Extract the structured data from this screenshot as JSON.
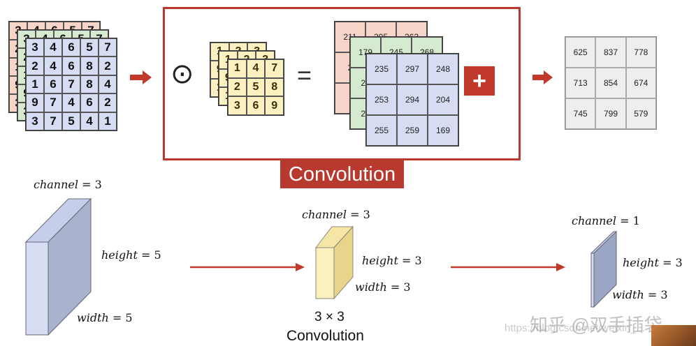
{
  "input_channels": [
    [
      [
        3,
        4,
        6,
        5,
        7
      ],
      [
        2,
        4,
        6,
        8,
        2
      ],
      [
        1,
        6,
        7,
        8,
        4
      ],
      [
        9,
        7,
        4,
        6,
        2
      ],
      [
        3,
        7,
        5,
        4,
        1
      ]
    ],
    [
      [
        3,
        4,
        6,
        5,
        7
      ],
      [
        2,
        4,
        6,
        8,
        2
      ],
      [
        1,
        6,
        7,
        8,
        4
      ],
      [
        9,
        7,
        4,
        6,
        2
      ],
      [
        3,
        7,
        5,
        4,
        1
      ]
    ],
    [
      [
        3,
        4,
        6,
        5,
        7
      ],
      [
        2,
        4,
        6,
        8,
        2
      ],
      [
        1,
        6,
        7,
        8,
        4
      ],
      [
        9,
        7,
        4,
        6,
        2
      ],
      [
        3,
        7,
        5,
        4,
        1
      ]
    ]
  ],
  "operator_symbol": "⊙",
  "kernels": [
    [
      [
        1,
        2,
        3
      ],
      [
        9,
        8,
        7
      ],
      [
        1,
        4,
        7
      ]
    ],
    [
      [
        1,
        2,
        3
      ],
      [
        9,
        8,
        7
      ],
      [
        1,
        4,
        7
      ]
    ],
    [
      [
        1,
        4,
        7
      ],
      [
        2,
        5,
        8
      ],
      [
        3,
        6,
        9
      ]
    ]
  ],
  "equals_symbol": "=",
  "channel_results": [
    [
      [
        211,
        205,
        262
      ],
      [
        2,
        "",
        ""
      ],
      [
        "",
        "",
        ""
      ]
    ],
    [
      [
        179,
        245,
        268
      ],
      [
        20,
        "",
        ""
      ],
      [
        23,
        "",
        ""
      ]
    ],
    [
      [
        235,
        297,
        248
      ],
      [
        253,
        294,
        204
      ],
      [
        255,
        259,
        169
      ]
    ]
  ],
  "plus_symbol": "+",
  "output_grid": [
    [
      625,
      837,
      778
    ],
    [
      713,
      854,
      674
    ],
    [
      745,
      799,
      579
    ]
  ],
  "convolution_label": "Convolution",
  "bottom": {
    "input_channel_label": "channel",
    "input_channel_value": "3",
    "input_height_label": "height",
    "input_height_value": "5",
    "input_width_label": "width",
    "input_width_value": "5",
    "kernel_channel_label": "channel",
    "kernel_channel_value": "3",
    "kernel_height_label": "height",
    "kernel_height_value": "3",
    "kernel_width_label": "width",
    "kernel_width_value": "3",
    "kernel_size_text": "3 × 3",
    "kernel_caption": "Convolution",
    "output_channel_label": "channel",
    "output_channel_value": "1",
    "output_height_label": "height",
    "output_height_value": "3",
    "output_width_label": "width",
    "output_width_value": "3"
  },
  "watermark": "知乎 @双手插袋",
  "watermark_url": "https://blog.csdn.net/weixin_...",
  "colors": {
    "input_back": "#f6d5c8",
    "input_mid": "#d6ead0",
    "input_front": "#d6ddf2",
    "kernel": "#fbf0c0",
    "accent_red": "#c0392b",
    "output": "#eeeeee"
  }
}
